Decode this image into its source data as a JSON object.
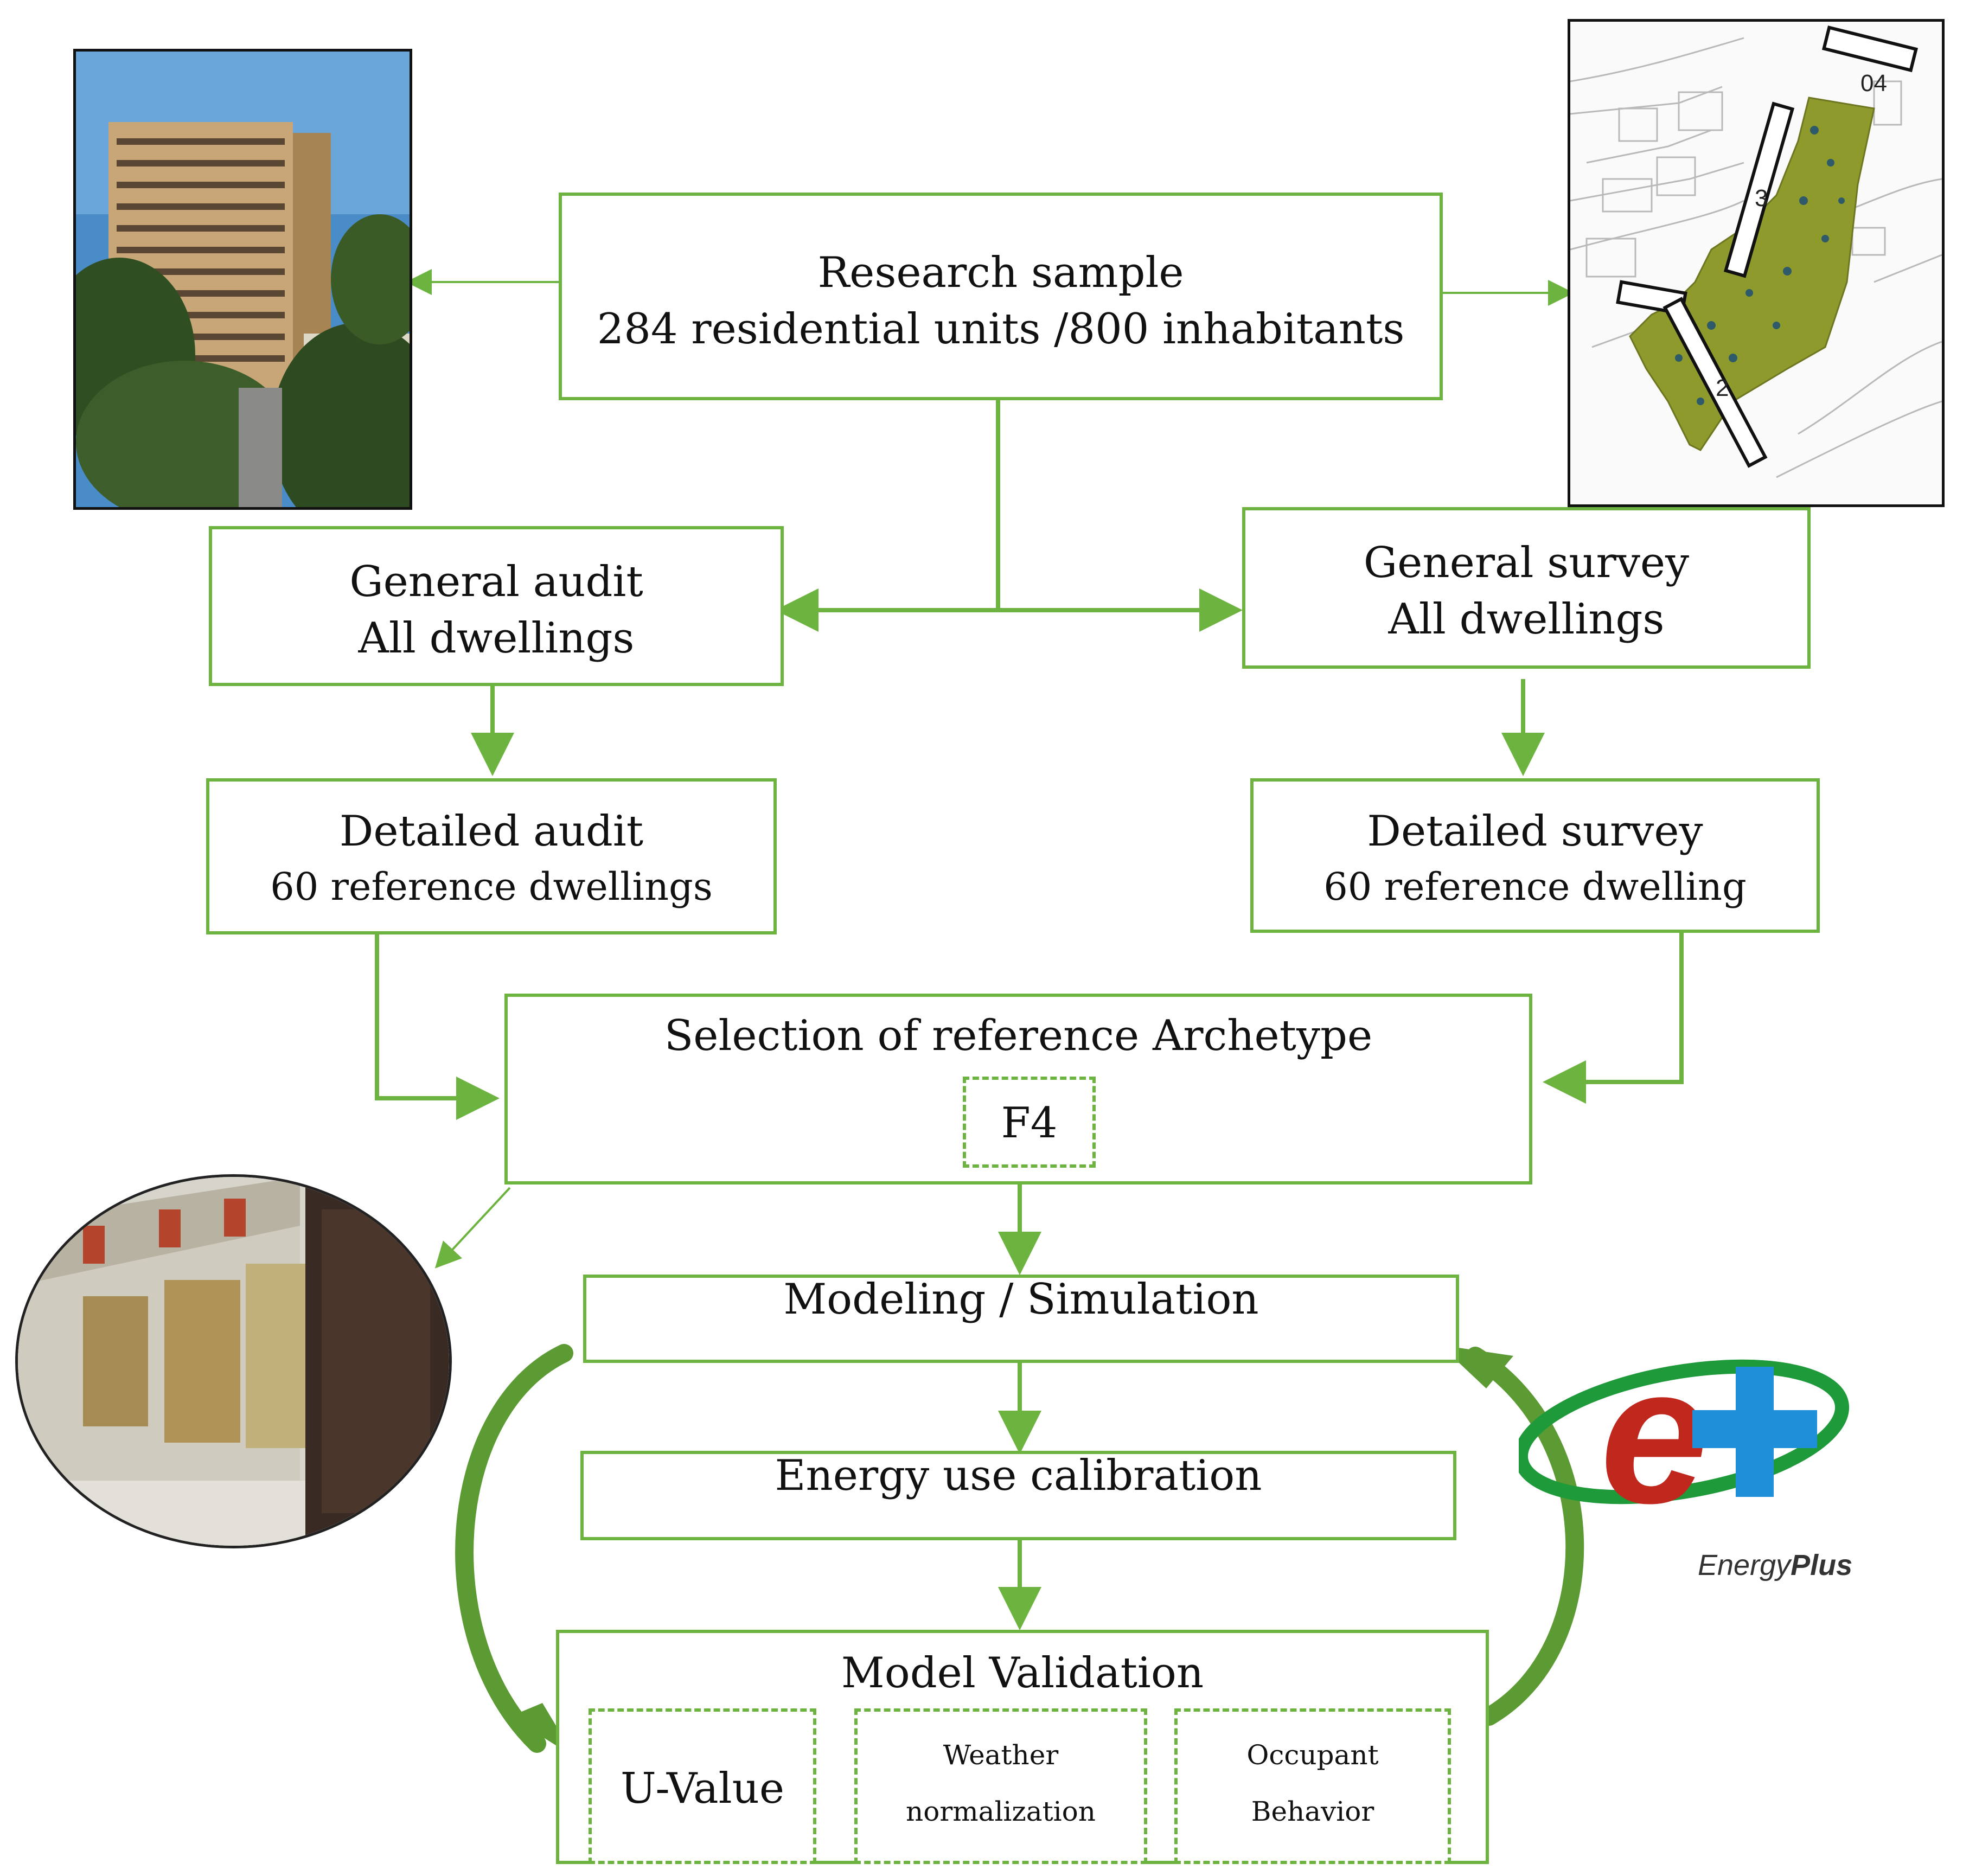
{
  "research": {
    "line1": "Research sample",
    "line2": "284 residential units /800 inhabitants"
  },
  "general_audit": {
    "line1": "General audit",
    "line2": "All dwellings"
  },
  "general_survey": {
    "line1": "General survey",
    "line2": "All dwellings"
  },
  "detailed_audit": {
    "line1": "Detailed audit",
    "line2": "60 reference dwellings"
  },
  "detailed_survey": {
    "line1": "Detailed survey",
    "line2": "60 reference dwelling"
  },
  "selection": {
    "title": "Selection of reference Archetype",
    "code": "F4"
  },
  "modeling": {
    "label": "Modeling / Simulation"
  },
  "calibration": {
    "label": "Energy use calibration"
  },
  "validation": {
    "title": "Model Validation",
    "u_value": "U-Value",
    "weather_1": "Weather",
    "weather_2": "normalization",
    "occupant_1": "Occupant",
    "occupant_2": "Behavior"
  },
  "map_labels": {
    "b1": "04",
    "b2": "3",
    "b3": "2"
  },
  "energyplus": {
    "word": "Energy",
    "bold": "Plus"
  },
  "colors": {
    "accent": "#6db33f",
    "arrow_dark": "#4e8a2a",
    "ep_red": "#c0281e",
    "ep_blue": "#1e8fd8"
  }
}
